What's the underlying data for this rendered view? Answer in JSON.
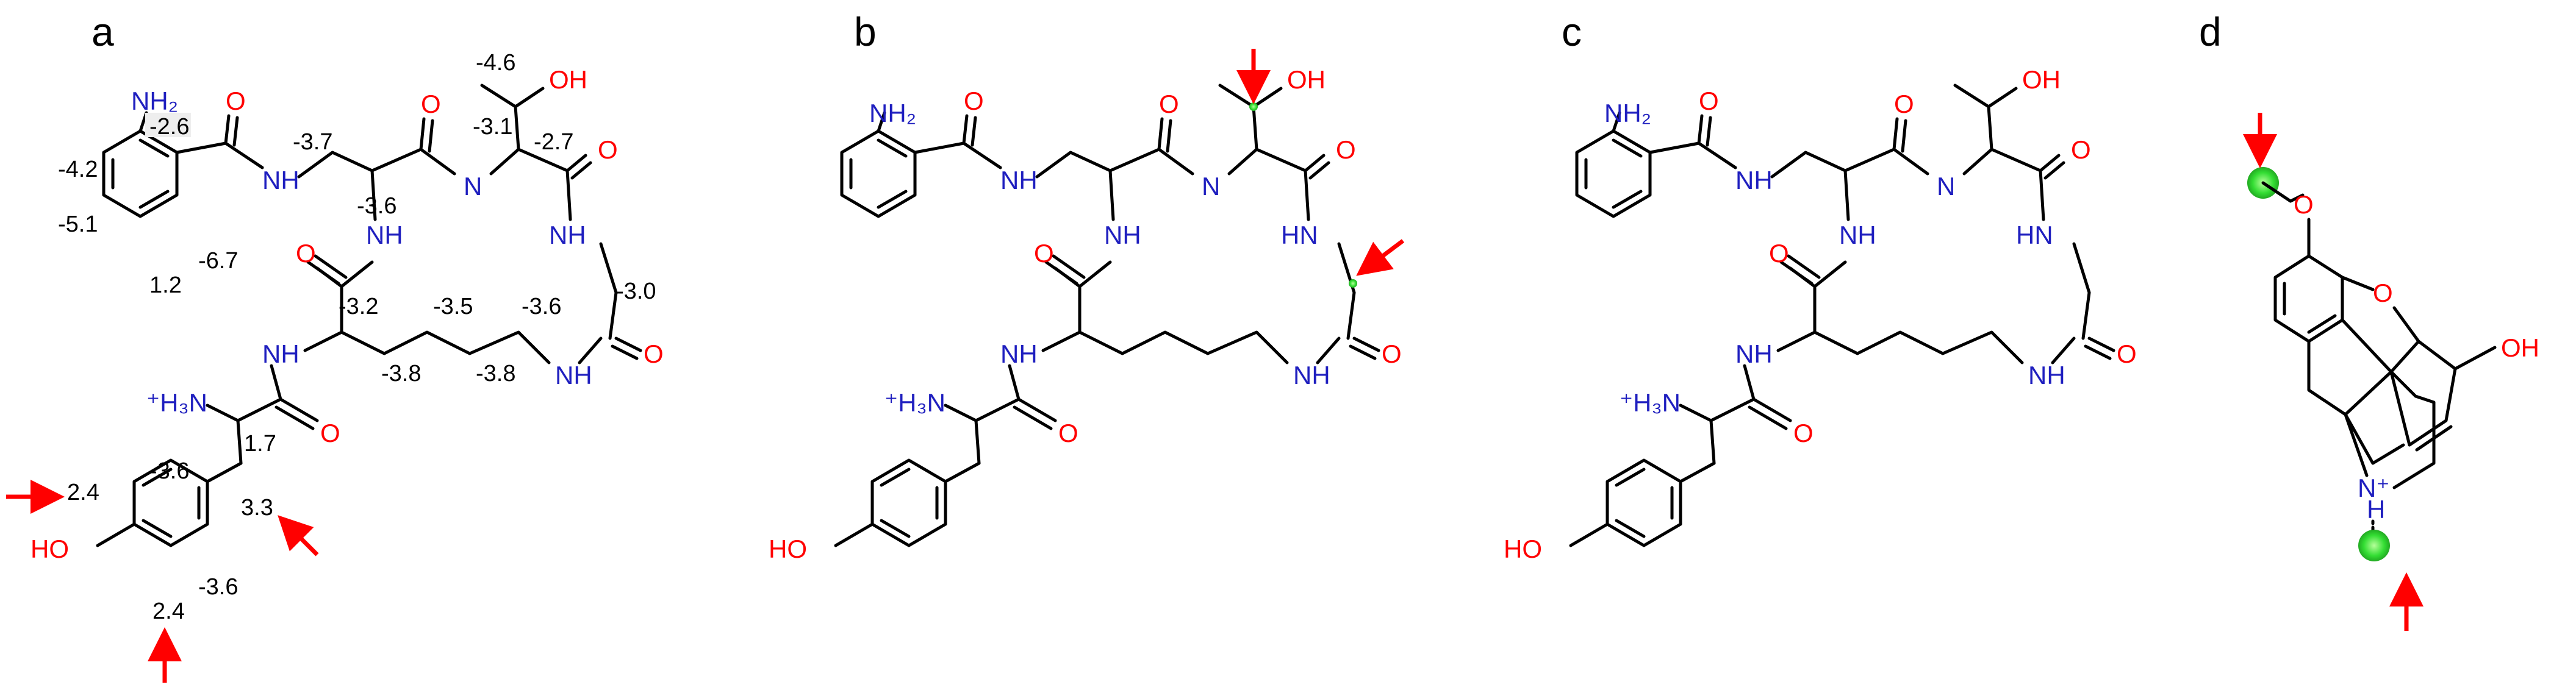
{
  "panels": [
    "a",
    "b",
    "c",
    "d"
  ],
  "atoms": {
    "nh2": "NH₂",
    "nh": "NH",
    "hn": "HN",
    "n": "N",
    "o": "O",
    "oh": "OH",
    "ho": "HO",
    "h3n": "⁺H₃N",
    "nplus": "N⁺",
    "h": "H"
  },
  "panel_a_values": [
    "-4.6",
    "-2.6",
    "-3.7",
    "-3.1",
    "-2.7",
    "-4.2",
    "-3.6",
    "-5.1",
    "-6.7",
    "1.2",
    "-3.2",
    "-3.5",
    "-3.6",
    "-3.0",
    "-3.8",
    "-3.8",
    "-3.6",
    "1.7",
    "2.4",
    "3.3",
    "-3.6",
    "2.4"
  ],
  "colors": {
    "nitrogen": "#1f1fbf",
    "oxygen": "#ff0000",
    "arrow": "#ff0000",
    "highlight": "#33dd33"
  }
}
